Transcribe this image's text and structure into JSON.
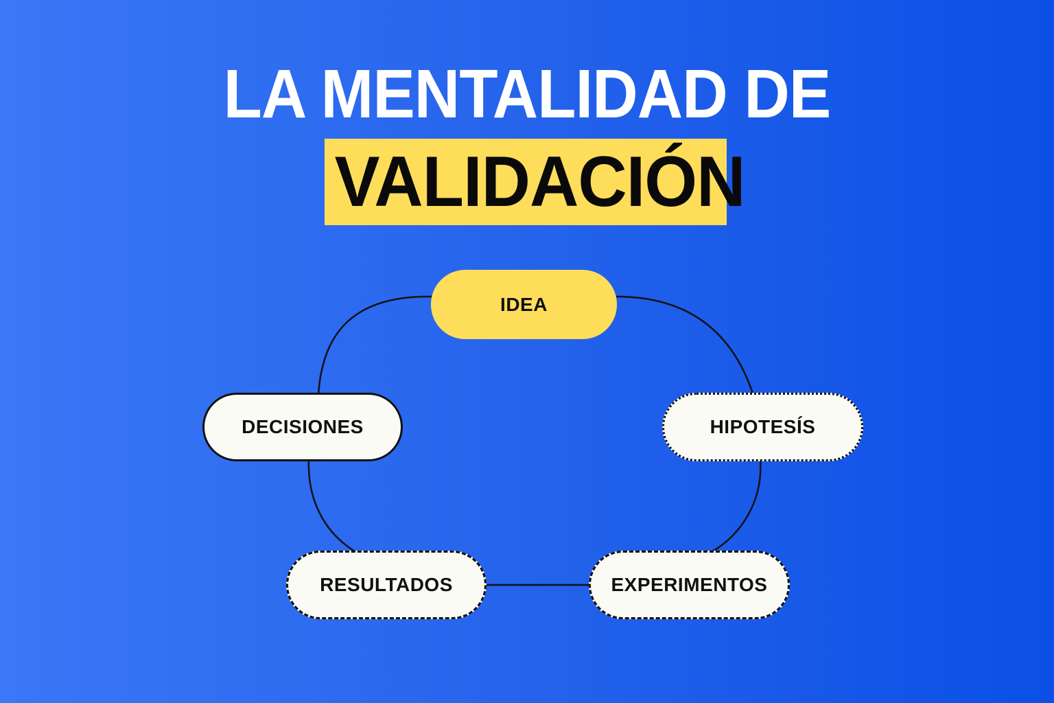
{
  "title": {
    "line1": "LA MENTALIDAD DE",
    "line2": "VALIDACIÓN"
  },
  "cycle": {
    "nodes": [
      {
        "id": "idea",
        "label": "IDEA",
        "style": "filled"
      },
      {
        "id": "hipotesis",
        "label": "HIPOTESÍS",
        "style": "dotted"
      },
      {
        "id": "experimentos",
        "label": "EXPERIMENTOS",
        "style": "dashed"
      },
      {
        "id": "resultados",
        "label": "RESULTADOS",
        "style": "dashed"
      },
      {
        "id": "decisiones",
        "label": "DECISIONES",
        "style": "solid"
      }
    ]
  },
  "colors": {
    "background_start": "#3a78f7",
    "background_end": "#0b4fe6",
    "highlight": "#fedd5b",
    "node_fill": "#fbfbf6",
    "outline": "#111111",
    "title_text": "#ffffff"
  }
}
